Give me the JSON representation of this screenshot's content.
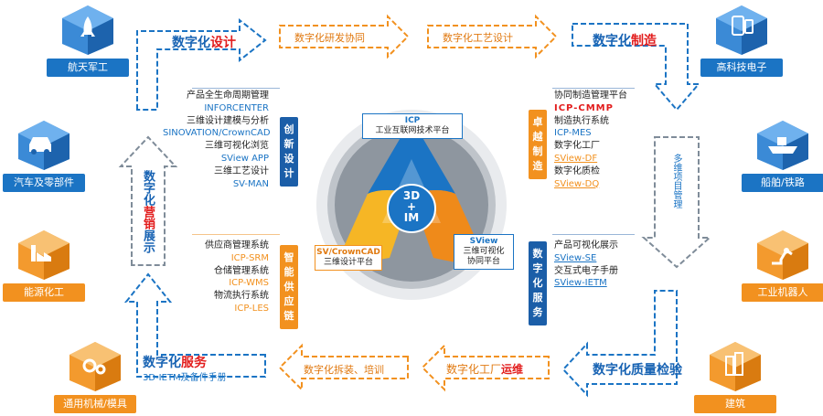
{
  "industries": {
    "aerospace": "航天军工",
    "hitech": "高科技电子",
    "auto": "汽车及零部件",
    "ship": "船舶/铁路",
    "energy": "能源化工",
    "robot": "工业机器人",
    "machinery": "通用机械/模具",
    "building": "建筑"
  },
  "arrows": {
    "design_prefix": "数字化",
    "design_hl": "设计",
    "rd": "数字化研发协同",
    "process": "数字化工艺设计",
    "mfg_prefix": "数字化",
    "mfg_hl": "制造",
    "multi": "多维项目管理",
    "quality": "数字化质量检验",
    "ops_prefix": "数字化工厂",
    "ops_hl": "运维",
    "assembly": "数字化拆装、培训",
    "service_prefix": "数字化",
    "service_hl": "服务",
    "service_sub": "3D-IETM及备件手册",
    "marketing_prefix": "数字化",
    "marketing_hl": "营销",
    "marketing_suffix": "展示"
  },
  "innovation": {
    "title": "创新设计",
    "items": [
      {
        "t": "产品全生命周期管理",
        "c": ""
      },
      {
        "t": "INFORCENTER",
        "c": "sys"
      },
      {
        "t": "三维设计建模与分析",
        "c": ""
      },
      {
        "t": "SINOVATION/CrownCAD",
        "c": "sys"
      },
      {
        "t": "三维可视化浏览",
        "c": ""
      },
      {
        "t": "SView APP",
        "c": "sys"
      },
      {
        "t": "三维工艺设计",
        "c": ""
      },
      {
        "t": "SV-MAN",
        "c": "sys"
      }
    ]
  },
  "supply": {
    "title": "智能供应链",
    "items": [
      {
        "t": "供应商管理系统",
        "c": ""
      },
      {
        "t": "ICP-SRM",
        "c": "org"
      },
      {
        "t": "仓储管理系统",
        "c": ""
      },
      {
        "t": "ICP-WMS",
        "c": "org"
      },
      {
        "t": "物流执行系统",
        "c": ""
      },
      {
        "t": "ICP-LES",
        "c": "org"
      }
    ]
  },
  "manufacturing": {
    "title": "卓越制造",
    "items": [
      {
        "t": "协同制造管理平台",
        "c": ""
      },
      {
        "t": "ICP-CMMP",
        "c": "sysr"
      },
      {
        "t": "制造执行系统",
        "c": ""
      },
      {
        "t": "ICP-MES",
        "c": "sys"
      },
      {
        "t": "数字化工厂",
        "c": ""
      },
      {
        "t": "SView-DF",
        "c": "org u"
      },
      {
        "t": "数字化质检",
        "c": ""
      },
      {
        "t": "SView-DQ",
        "c": "org u"
      }
    ]
  },
  "services": {
    "title": "数字化服务",
    "items": [
      {
        "t": "产品可视化展示",
        "c": ""
      },
      {
        "t": "SView-SE",
        "c": "sys u"
      },
      {
        "t": "交互式电子手册",
        "c": ""
      },
      {
        "t": "SView-IETM",
        "c": "sys u"
      }
    ]
  },
  "center": {
    "icp_name": "ICP",
    "icp_desc": "工业互联网技术平台",
    "sv_name": "SV/CrownCAD",
    "sv_desc": "三维设计平台",
    "sview_name": "SView",
    "sview_desc1": "三维可视化",
    "sview_desc2": "协同平台",
    "core1": "3D",
    "core2": "+",
    "core3": "IM"
  },
  "colors": {
    "blue": "#1b74c4",
    "orange": "#f2911f",
    "red": "#e21c1c",
    "navy": "#1b5ea8"
  }
}
